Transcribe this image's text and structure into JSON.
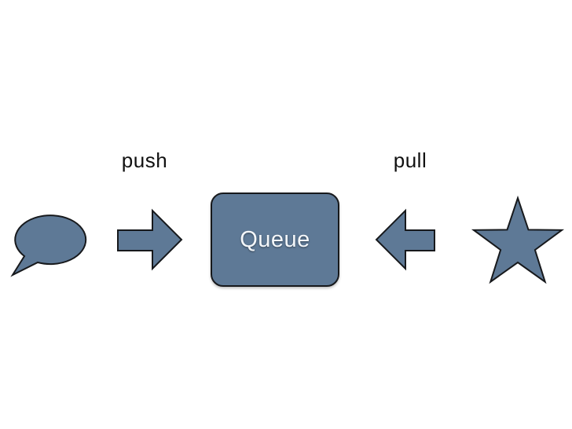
{
  "diagram": {
    "labels": {
      "push": "push",
      "pull": "pull",
      "queue": "Queue"
    },
    "shapes": [
      "speech-bubble",
      "push-arrow-right",
      "queue-box",
      "pull-arrow-left",
      "star"
    ],
    "colors": {
      "background": "#ffffff",
      "shape_fill": "#5e7996",
      "shape_stroke": "#17191c",
      "label_text": "#111111",
      "queue_label_text": "#f4f7fa"
    }
  }
}
